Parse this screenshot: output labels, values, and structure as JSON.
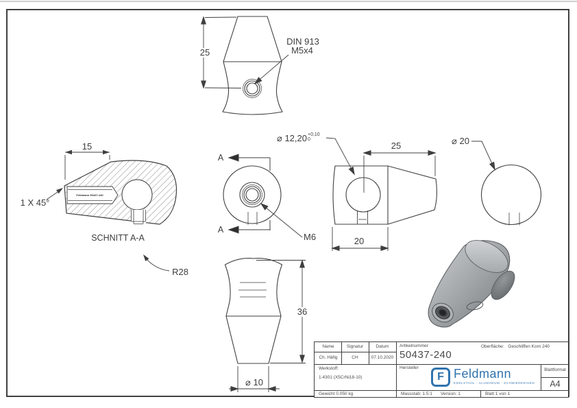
{
  "colors": {
    "line": "#3f3f3f",
    "text": "#3d3d3d",
    "logo_blue": "#2f73ae",
    "metal_light": "#c7cacc",
    "metal_dark": "#7c8083"
  },
  "drawing": {
    "top_view": {
      "dim_height": "25",
      "callout_line1": "DIN 913",
      "callout_line2": "M5x4"
    },
    "front_view": {
      "section_letter": "A",
      "thread_callout": "M6"
    },
    "section_view": {
      "dim_width": "15",
      "chamfer_note": "1 X 45°",
      "title": "SCHNITT A-A",
      "radius_note": "R28",
      "engraving": "Feldmann 50437-240"
    },
    "side_view": {
      "bore_diameter": "⌀ 12,20",
      "tolerance_upper": "+0,10",
      "tolerance_lower": "0",
      "dim_cone_length": "25",
      "dim_body_length": "20"
    },
    "end_view": {
      "diameter_note": "⌀ 20"
    },
    "bottom_view": {
      "dim_total_height": "36",
      "dim_tip_diameter": "⌀ 10"
    }
  },
  "title_block": {
    "name_label": "Name",
    "signature_label": "Signatur",
    "date_label": "Datum",
    "name": "Ch. Häfig",
    "signature": "CH",
    "date": "07.10.2020",
    "article_label": "Artikelnummer",
    "article_number": "50437-240",
    "surface_label": "Oberfläche:",
    "surface_value": "Geschliffen Korn 240",
    "material_label": "Werkstoff:",
    "material_value": "1.4301 (X5CrNi18-10)",
    "manufacturer_label": "Hersteller",
    "logo_letter": "F",
    "logo_name": "Feldmann",
    "logo_tagline": "EDELSTAHL · ALUMINIUM · SCHMIEDEEISEN",
    "weight": "Gewicht 0.050 kg",
    "scale": "Massstab: 1.5:1",
    "version": "Version: 1",
    "sheet": "Blatt 1 von 1",
    "format_label": "Blattformat",
    "format_value": "A4"
  }
}
